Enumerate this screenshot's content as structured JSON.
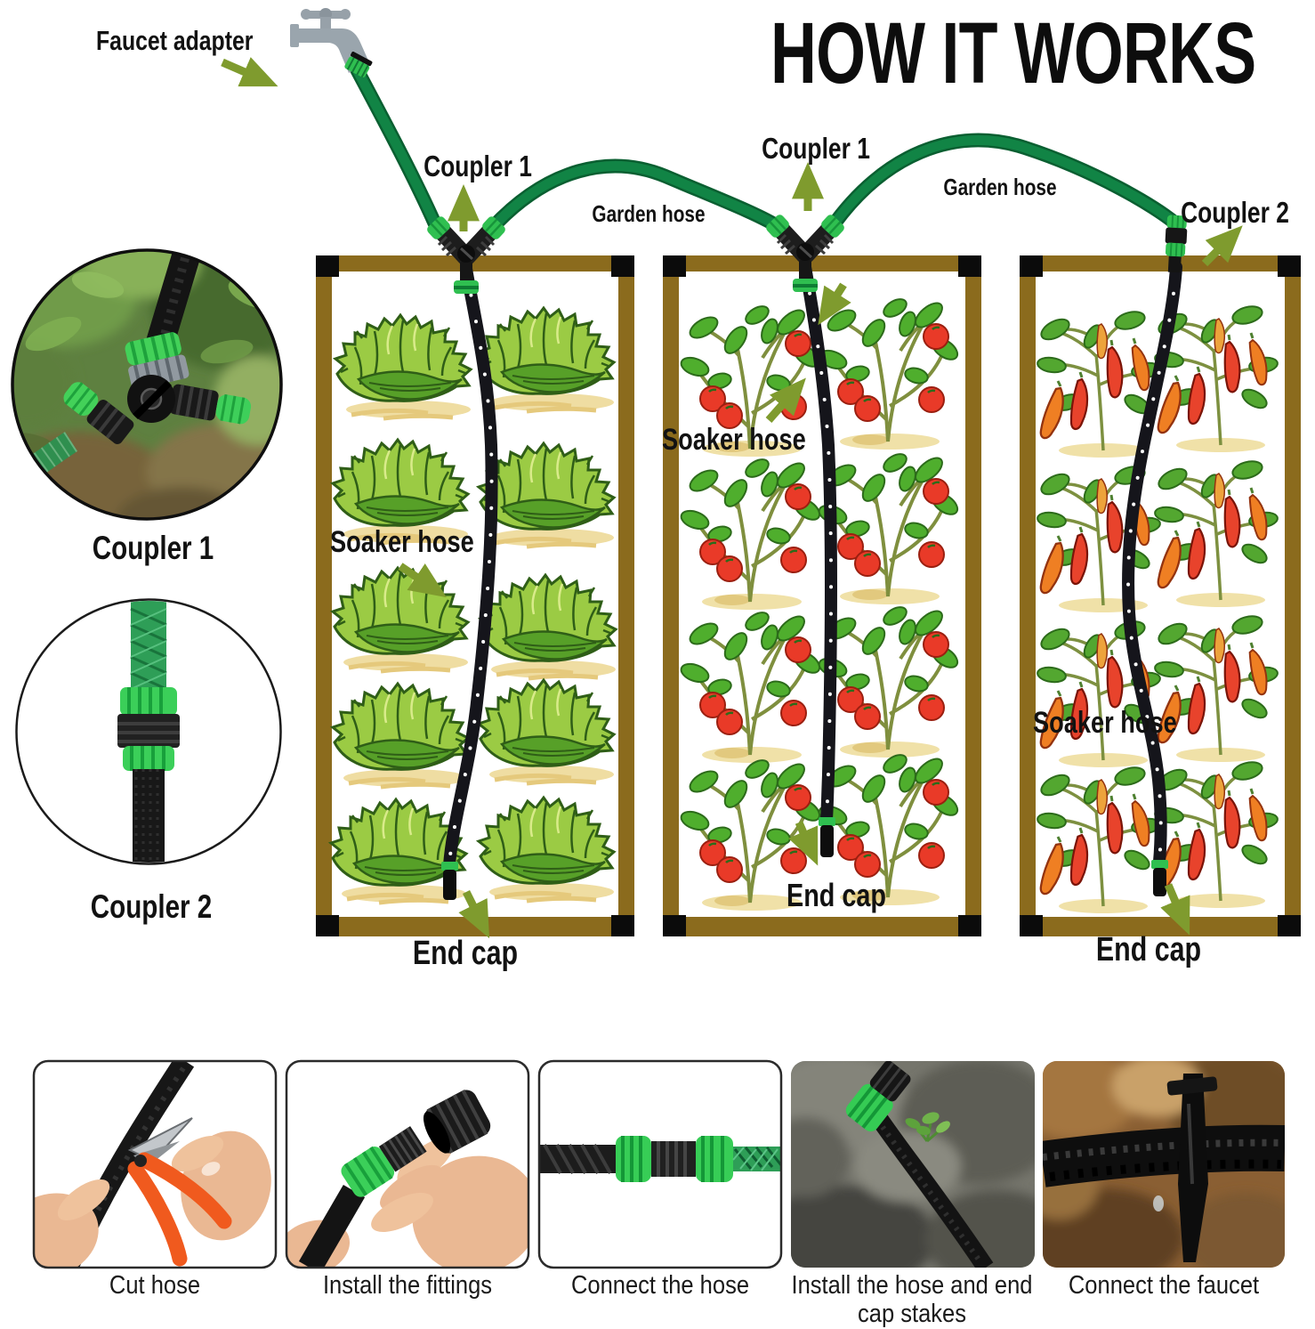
{
  "title": "HOW IT WORKS",
  "annotations": {
    "faucet_adapter": "Faucet adapter",
    "coupler1_a": "Coupler 1",
    "coupler1_b": "Coupler 1",
    "coupler2": "Coupler 2",
    "garden_hose_a": "Garden hose",
    "garden_hose_b": "Garden hose",
    "soaker_hose_1": "Soaker hose",
    "soaker_hose_2": "Soaker hose",
    "soaker_hose_3": "Soaker hose",
    "end_cap_1": "End cap",
    "end_cap_2": "End cap",
    "end_cap_3": "End cap"
  },
  "insets": [
    {
      "label": "Coupler 1"
    },
    {
      "label": "Coupler 2"
    }
  ],
  "steps": [
    {
      "caption": "Cut hose"
    },
    {
      "caption": "Install the fittings"
    },
    {
      "caption": "Connect the hose"
    },
    {
      "caption": "Install the hose and end cap stakes"
    },
    {
      "caption": "Connect the faucet"
    }
  ],
  "colors": {
    "hose_green": "#118445",
    "fitting_green": "#38cc57",
    "arrow_olive": "#7f9b2e",
    "bed_brown": "#8b6b1d",
    "soaker_black": "#15151b",
    "tomato_red": "#e93a28",
    "pepper_orange": "#ef7f23",
    "lettuce_green": "#8ec63f"
  }
}
